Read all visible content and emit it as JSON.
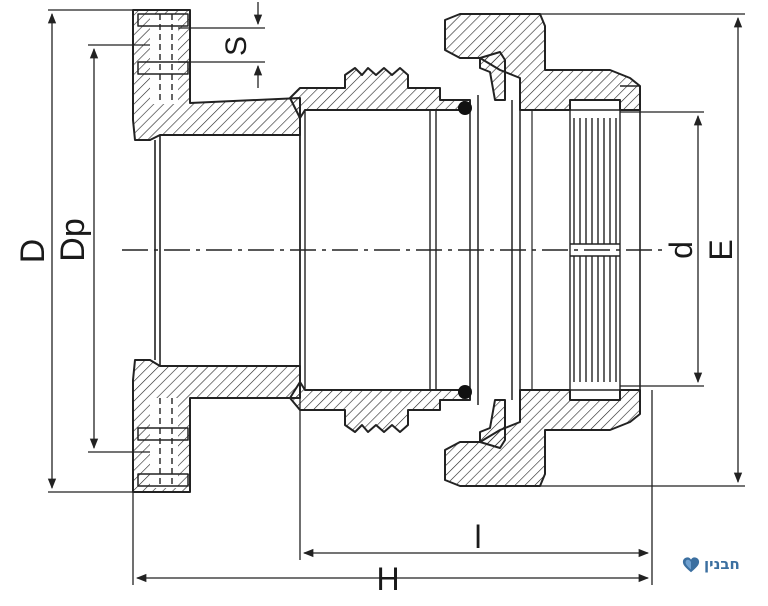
{
  "labels": {
    "D": "D",
    "Dp": "Dp",
    "S": "S",
    "d": "d",
    "E": "E",
    "l": "l",
    "H": "H"
  },
  "logo": {
    "text": "חבנין",
    "subtext": "",
    "color": "#3b6fa0",
    "icon": "heart-drop-icon"
  }
}
